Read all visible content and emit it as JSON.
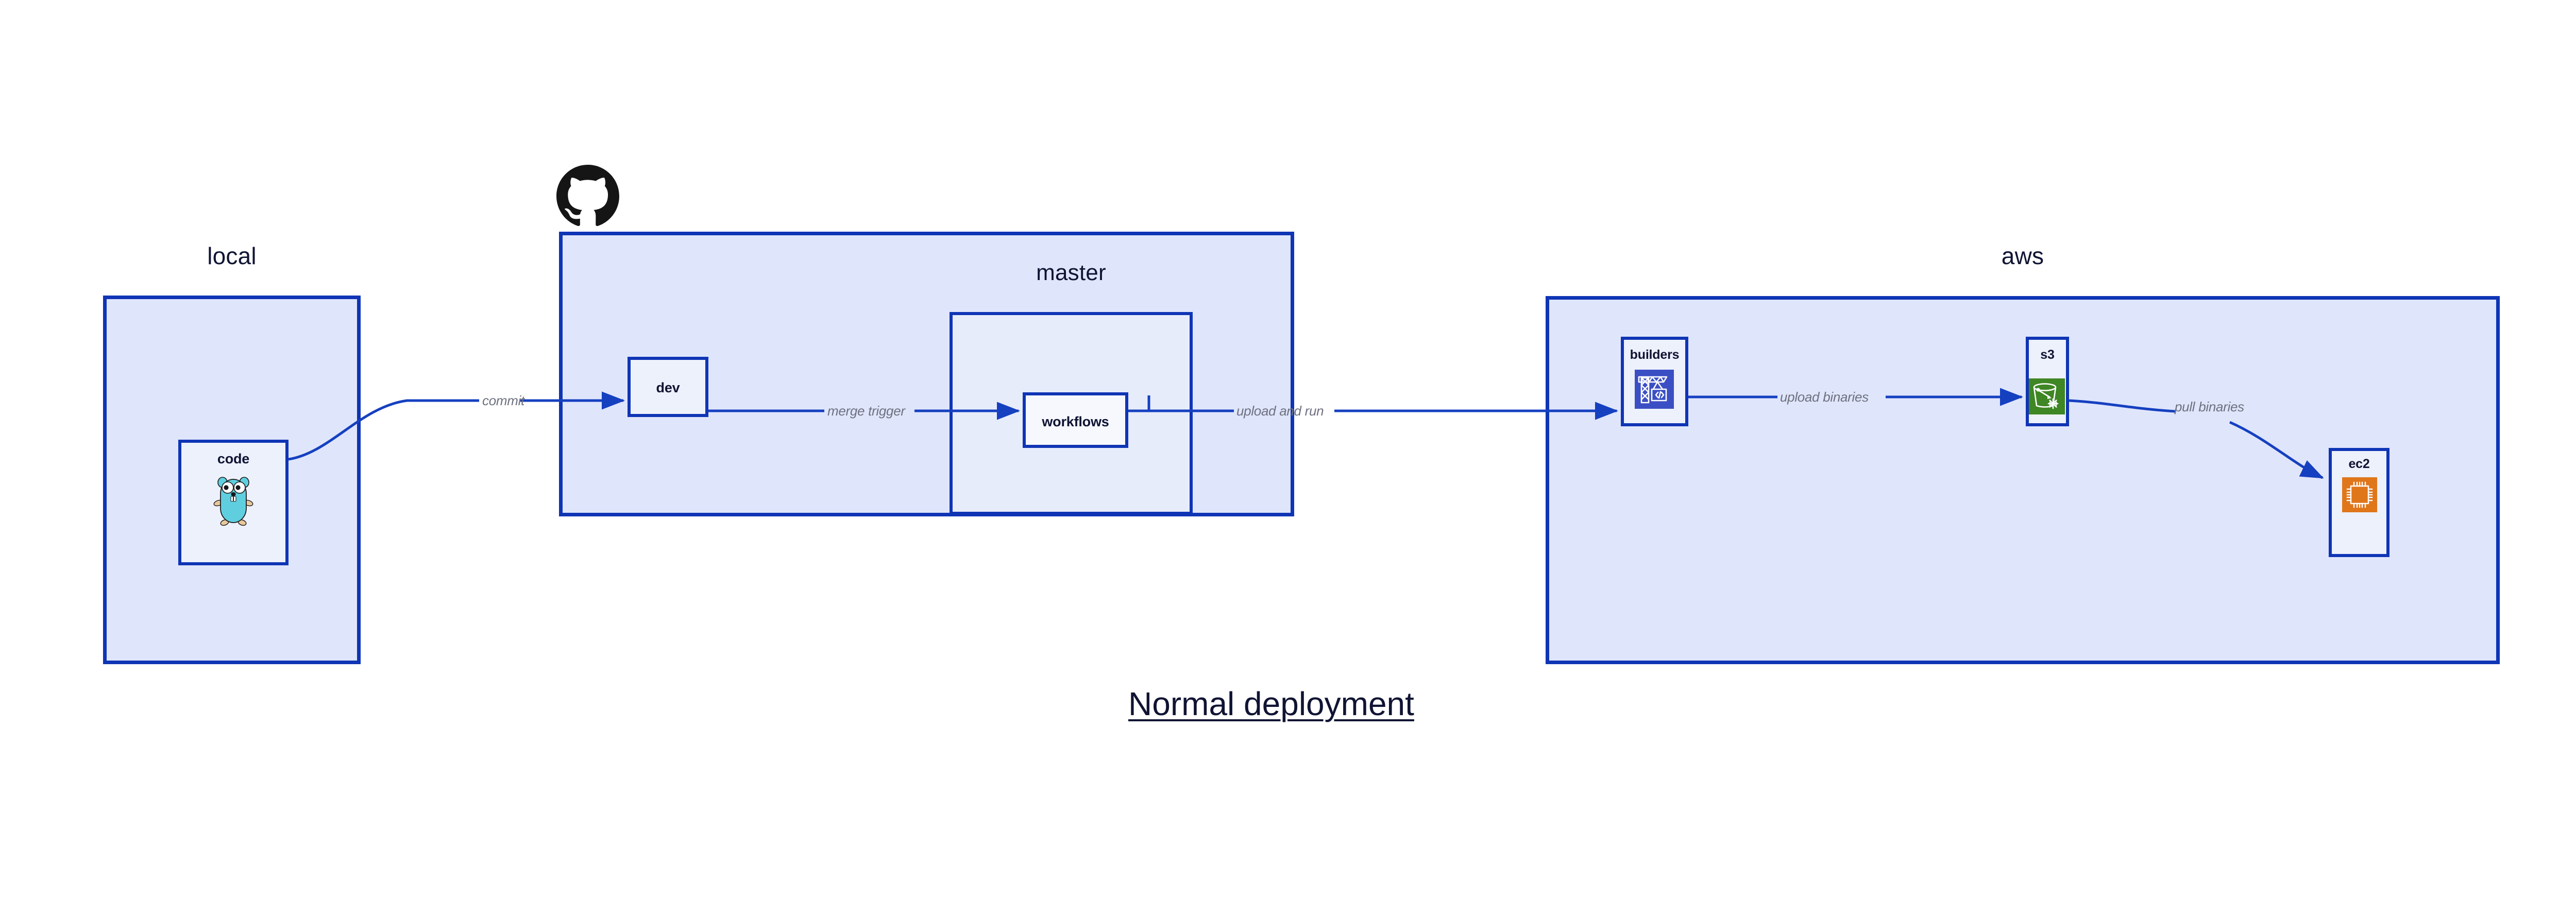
{
  "diagram": {
    "title": "Normal deployment",
    "colors": {
      "group_fill": "#dfe5fb",
      "subgroup_fill": "#e7ecfb",
      "node_fill": "#edf1fc",
      "stroke": "#0f35b5",
      "edge_label_color": "#6e717f",
      "text_color": "#101433",
      "s3_icon_bg": "#3f8624",
      "ec2_icon_bg": "#e0761a",
      "builders_icon_bg": "#3b4fc4",
      "gopher_body": "#5fcfe0",
      "github_logo": "#151515"
    }
  },
  "groups": {
    "local": {
      "label": "local"
    },
    "github": {
      "label": "github"
    },
    "master": {
      "label": "master"
    },
    "aws": {
      "label": "aws"
    }
  },
  "nodes": {
    "code": {
      "label": "code",
      "icon": "go-gopher-icon"
    },
    "dev": {
      "label": "dev"
    },
    "workflows": {
      "label": "workflows"
    },
    "builders": {
      "label": "builders",
      "icon": "crane-code-icon"
    },
    "s3": {
      "label": "s3",
      "icon": "s3-bucket-icon"
    },
    "ec2": {
      "label": "ec2",
      "icon": "ec2-chip-icon"
    }
  },
  "edges": [
    {
      "id": "commit",
      "label": "commit",
      "from": "code",
      "to": "dev"
    },
    {
      "id": "merge-trigger",
      "label": "merge trigger",
      "from": "dev",
      "to": "workflows"
    },
    {
      "id": "upload-and-run",
      "label": "upload and run",
      "from": "workflows",
      "to": "builders"
    },
    {
      "id": "upload-binaries",
      "label": "upload binaries",
      "from": "builders",
      "to": "s3"
    },
    {
      "id": "pull-binaries",
      "label": "pull binaries",
      "from": "s3",
      "to": "ec2"
    }
  ],
  "logos": {
    "github": "github-octocat-logo"
  }
}
